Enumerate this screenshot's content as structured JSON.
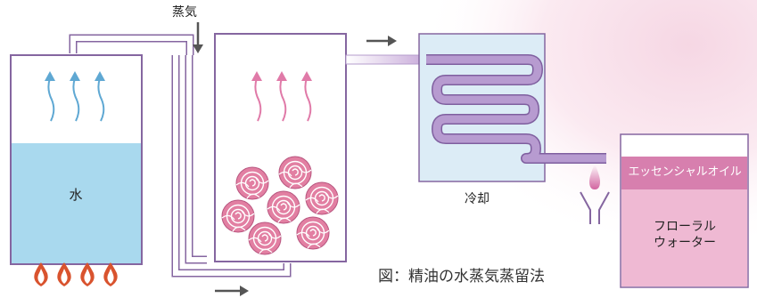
{
  "labels": {
    "steam": "蒸気",
    "water": "水",
    "cooling": "冷却",
    "essential_oil": "エッセンシャルオイル",
    "floral_water_line1": "フローラル",
    "floral_water_line2": "ウォーター"
  },
  "caption": "図：精油の水蒸気蒸留法",
  "colors": {
    "water_blue": "#a9d9ee",
    "tank_stroke": "#8566a0",
    "pipe_fill": "#ffffff",
    "steam_blue": "#5fa8d3",
    "steam_pink": "#e07aa8",
    "rose": "#e27fa2",
    "condenser_bg": "#dcecf6",
    "condenser_coil": "#a98cc4",
    "oil_layer": "#d77fae",
    "floral_water": "#efb9d3",
    "flame_red": "#d9532e",
    "arrow_gray": "#555555"
  },
  "icons": [
    "steam-arrow-icon",
    "flame-icon",
    "rose-icon",
    "flow-arrow-icon",
    "droplet-icon"
  ]
}
